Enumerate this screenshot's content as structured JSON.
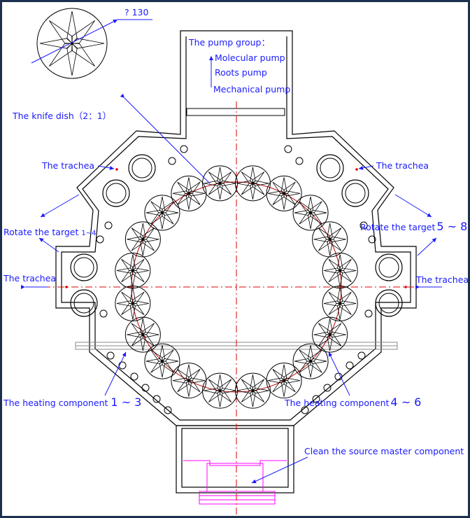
{
  "labels": {
    "dimension": "? 130",
    "pump_group": "The pump group：",
    "molecular_pump": "Molecular pump",
    "roots_pump": "Roots pump",
    "mechanical_pump": "Mechanical pump",
    "knife_dish_text": "The knife dish",
    "knife_dish_ratio": "（2：1）",
    "trachea_tl": "The trachea",
    "trachea_tr": "The trachea",
    "trachea_ml": "The trachea",
    "trachea_mr": "The trachea",
    "rotate_left_text": "Rotate the target",
    "rotate_left_range": "1~4",
    "rotate_right_text": "Rotate the target",
    "rotate_right_range": "5 ~ 8",
    "heating_left_text": "The heating component",
    "heating_left_range": "1 ~ 3",
    "heating_right_text": "The heating component",
    "heating_right_range": "4 ~ 6",
    "clean_source": "Clean the source master component"
  },
  "colors": {
    "line": "#000000",
    "annotation": "#1a1aff",
    "centerline": "#e00000",
    "magenta": "#ff00ff",
    "frame": "#1c2f4f"
  }
}
